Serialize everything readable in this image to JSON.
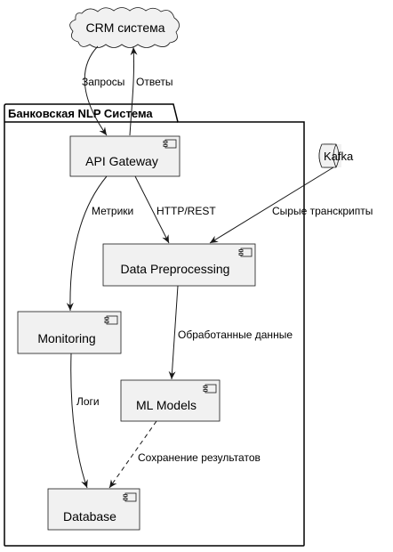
{
  "diagram": {
    "package_title": "Банковская NLP Система",
    "nodes": {
      "crm": "CRM система",
      "kafka": "Kafka",
      "api_gateway": "API Gateway",
      "preprocessing": "Data Preprocessing",
      "monitoring": "Monitoring",
      "ml_models": "ML Models",
      "database": "Database"
    },
    "edges": {
      "crm_to_api": "Запросы",
      "api_to_crm": "Ответы",
      "api_to_monitoring": "Метрики",
      "api_to_preprocessing": "HTTP/REST",
      "kafka_to_preprocessing": "Сырые транскрипты",
      "preprocessing_to_ml": "Обработанные данные",
      "monitoring_to_db": "Логи",
      "ml_to_db": "Сохранение результатов"
    }
  }
}
